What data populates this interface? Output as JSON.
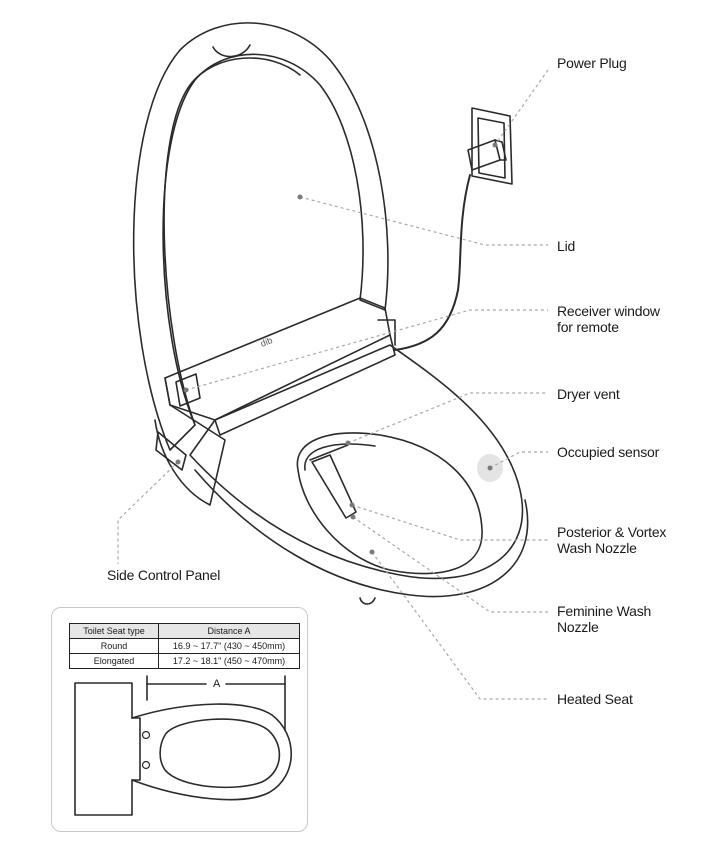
{
  "labels": {
    "power_plug": "Power Plug",
    "lid": "Lid",
    "receiver_line1": "Receiver window",
    "receiver_line2": "for remote",
    "dryer_vent": "Dryer vent",
    "occupied_sensor": "Occupied sensor",
    "posterior_line1": "Posterior & Vortex",
    "posterior_line2": "Wash Nozzle",
    "feminine_line1": "Feminine Wash",
    "feminine_line2": "Nozzle",
    "heated_seat": "Heated Seat",
    "side_control": "Side Control Panel"
  },
  "brand_mark": "dib",
  "table": {
    "headers": [
      "Toilet Seat type",
      "Distance A"
    ],
    "rows": [
      [
        "Round",
        "16.9 ~ 17.7\" (430 ~ 450mm)"
      ],
      [
        "Elongated",
        "17.2 ~ 18.1\" (450 ~ 470mm)"
      ]
    ]
  },
  "dimension_label": "A",
  "colors": {
    "line": "#2b2b2b",
    "leader": "#a8a8a8",
    "sensor": "#e4e4e4",
    "inset_border": "#c8c8c8"
  }
}
